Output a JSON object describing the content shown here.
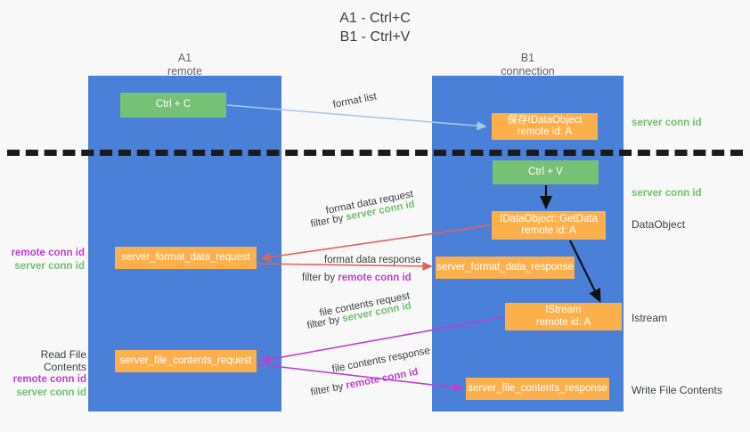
{
  "title": "A1 - Ctrl+C\nB1 - Ctrl+V",
  "columns": [
    {
      "name": "A1",
      "subtitle": "remote",
      "header": "A1\nremote"
    },
    {
      "name": "B1",
      "subtitle": "connection",
      "header": "B1\nconnection"
    }
  ],
  "boxes": {
    "ctrl_c": "Ctrl + C",
    "save_dataobject": "保存IDataObject\nremote id: A",
    "ctrl_v": "Ctrl + V",
    "getdata": "IDataObject::GetData\nremote id: A",
    "server_format_data_request": "server_format_data_request",
    "server_format_data_response": "server_format_data_response",
    "istream": "IStream\nremote id: A",
    "server_file_contents_request": "server_file_contents_request",
    "server_file_contents_response": "server_file_contents_response"
  },
  "edges": {
    "format_list": "format list",
    "format_data_request": "format data request",
    "format_data_request_filter_prefix": "filter by ",
    "format_data_request_filter_value": "server conn id",
    "format_data_response": "format data response",
    "format_data_response_filter_prefix": "filter by ",
    "format_data_response_filter_value": "remote conn id",
    "file_contents_request": "file contents request",
    "file_contents_request_filter_prefix": "filter by ",
    "file_contents_request_filter_value": "server conn id",
    "file_contents_response": "file contents response",
    "file_contents_response_filter_prefix": "filter by ",
    "file_contents_response_filter_value": "remote conn id"
  },
  "annotations": {
    "right": {
      "server_conn_id_top": "server conn id",
      "server_conn_id_mid": "server conn id",
      "dataobject": "DataObject",
      "istream": "Istream",
      "write_file_contents": "Write File Contents"
    },
    "left": {
      "remote_conn_id_1": "remote conn id",
      "server_conn_id_1": "server conn id",
      "read_file_contents": "Read File Contents",
      "remote_conn_id_2": "remote conn id",
      "server_conn_id_2": "server conn id"
    }
  },
  "colors": {
    "lane_blue": "#4a80d8",
    "box_green": "#77c176",
    "box_orange": "#fbb04c",
    "arrow_light_blue": "#a8c8ea",
    "arrow_red": "#e2625a",
    "arrow_magenta": "#c03fd0",
    "arrow_black": "#111111",
    "conn_remote": "#c03fd0",
    "conn_server": "#6fc06c",
    "background": "#f8f8f8"
  }
}
